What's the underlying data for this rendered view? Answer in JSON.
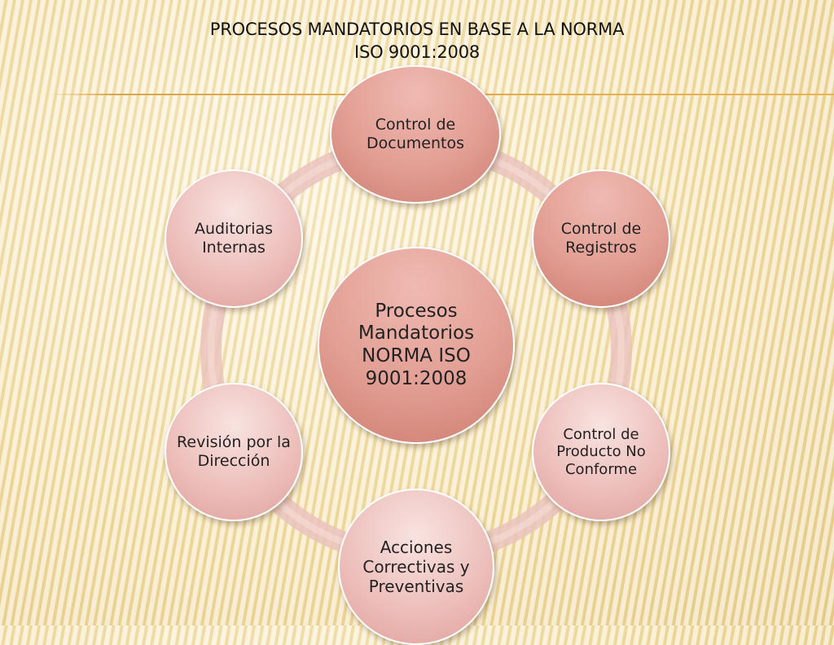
{
  "title": {
    "line1": "PROCESOS MANDATORIOS EN BASE A LA NORMA",
    "line2": "ISO 9001:2008"
  },
  "center": {
    "label": "Procesos Mandatorios NORMA ISO 9001:2008",
    "color": "#e29e93"
  },
  "processes": [
    {
      "id": "docs",
      "label": "Control de Documentos",
      "color": "#e29e93"
    },
    {
      "id": "regs",
      "label": "Control de Registros",
      "color": "#e29e93"
    },
    {
      "id": "prod",
      "label": "Control de Producto No Conforme",
      "color": "#ecbcb8"
    },
    {
      "id": "acc",
      "label": "Acciones Correctivas y Preventivas",
      "color": "#ecbcb8"
    },
    {
      "id": "rev",
      "label": "Revisión por la Dirección",
      "color": "#ecbcb8"
    },
    {
      "id": "aud",
      "label": "Auditorias Internas",
      "color": "#ecbcb8"
    }
  ],
  "ring_color": "#eac3bd",
  "accent_rule_color": "#e2ab4e"
}
